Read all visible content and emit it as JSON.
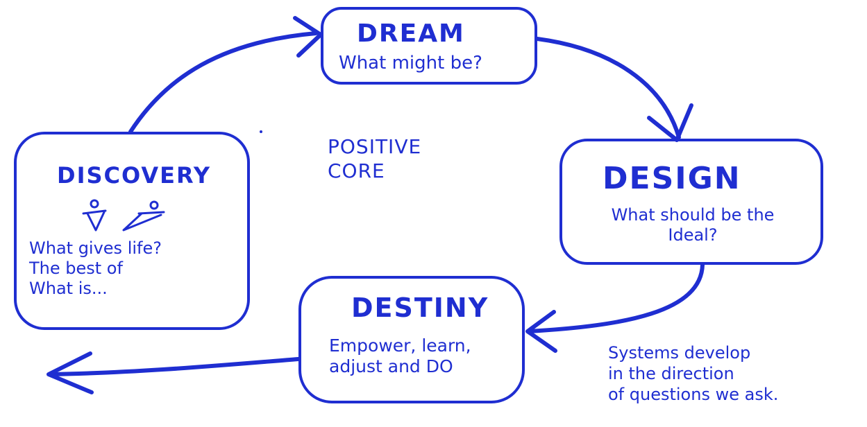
{
  "diagram": {
    "colors": {
      "ink": "#1f2ed1",
      "background": "#ffffff"
    },
    "center_label": "POSITIVE\nCORE",
    "stages": {
      "dream": {
        "title": "DREAM",
        "question": "What might be?"
      },
      "design": {
        "title": "DESIGN",
        "question": "What should be the\nIdeal?"
      },
      "destiny": {
        "title": "DESTINY",
        "question": "Empower, learn,\nadjust and DO"
      },
      "discovery": {
        "title": "DISCOVERY",
        "question": "What gives life?\nThe best of\n  What is..."
      }
    },
    "footnote": "Systems develop\nin the direction\nof questions we ask.",
    "flow": [
      {
        "from": "discovery",
        "to": "dream"
      },
      {
        "from": "dream",
        "to": "design"
      },
      {
        "from": "design",
        "to": "destiny"
      },
      {
        "from": "destiny",
        "to": "exit-left"
      }
    ]
  }
}
